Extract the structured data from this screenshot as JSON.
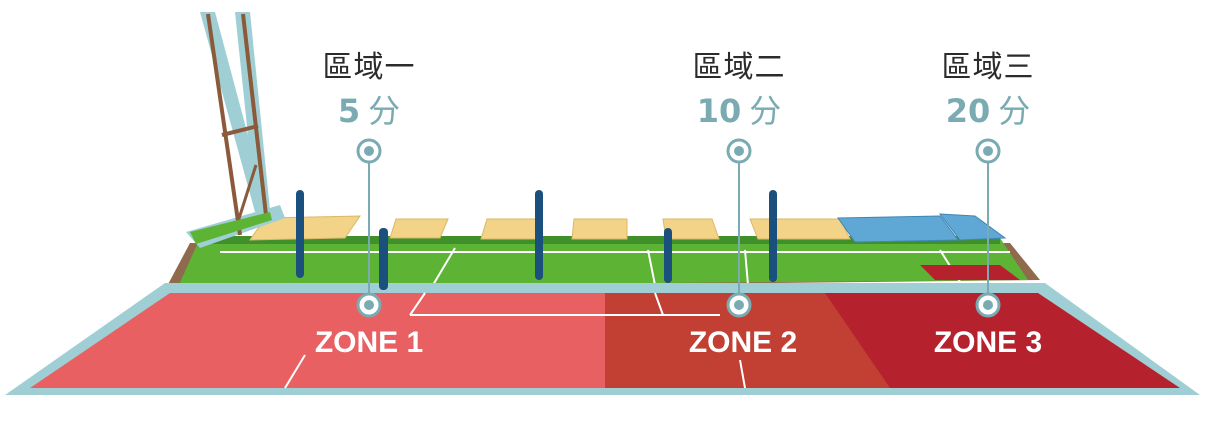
{
  "zones": [
    {
      "title": "區域一",
      "points": "5",
      "unit": "分",
      "zone_label": "ZONE 1",
      "color": "#e96062"
    },
    {
      "title": "區域二",
      "points": "10",
      "unit": "分",
      "zone_label": "ZONE 2",
      "color": "#c24033"
    },
    {
      "title": "區域三",
      "points": "20",
      "unit": "分",
      "zone_label": "ZONE 3",
      "color": "#b5222e"
    }
  ],
  "colors": {
    "field_green": "#5cb334",
    "outline": "#9fcfd4",
    "accent_text": "#7aaab2",
    "post": "#1b4f7d",
    "mat": "#f2d387",
    "blue_mat": "#5fa8d6",
    "goal_post": "#8a5a3a"
  }
}
